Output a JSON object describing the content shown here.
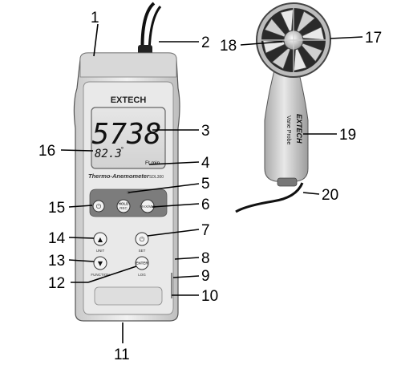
{
  "meter": {
    "brand": "EXTECH",
    "main_reading": "5738",
    "secondary_reading": "82.3",
    "secondary_unit": "°",
    "unit_text": "Ft min",
    "model_name": "Thermo-Anemometer",
    "model_number": "SDL300",
    "buttons": {
      "power": "⏻",
      "hold": "HOLD",
      "rec": "REC",
      "max_min": "MAX/MIN",
      "up": "▲",
      "down": "▼",
      "set": "⏻",
      "enter": "ENTER"
    },
    "button_captions": {
      "unit": "UNIT",
      "set": "SET",
      "function": "FUNCTION",
      "log": "LOG"
    }
  },
  "probe": {
    "brand": "EXTECH",
    "name": "Vane Probe"
  },
  "callouts": [
    "1",
    "2",
    "3",
    "4",
    "5",
    "6",
    "7",
    "8",
    "9",
    "10",
    "11",
    "12",
    "13",
    "14",
    "15",
    "16",
    "17",
    "18",
    "19",
    "20"
  ]
}
